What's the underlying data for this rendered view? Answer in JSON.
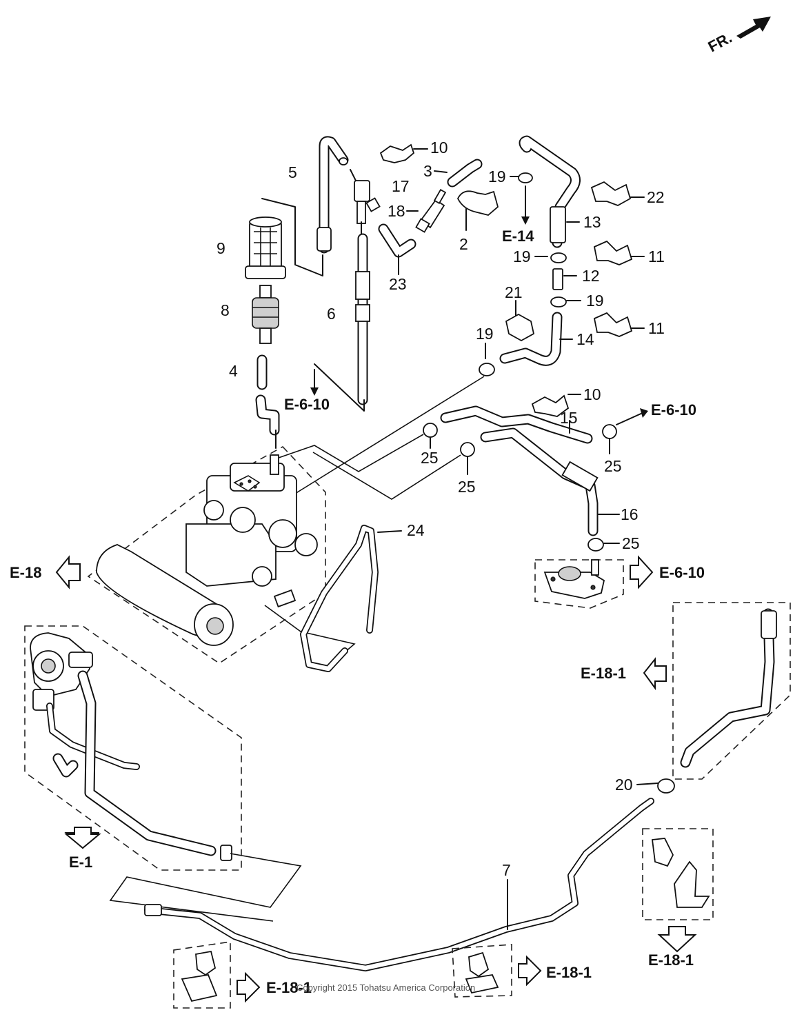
{
  "direction": {
    "label": "FR."
  },
  "callouts": [
    {
      "id": "c10a",
      "text": "10"
    },
    {
      "id": "c5",
      "text": "5"
    },
    {
      "id": "c3",
      "text": "3"
    },
    {
      "id": "c17",
      "text": "17"
    },
    {
      "id": "c19a",
      "text": "19"
    },
    {
      "id": "c22",
      "text": "22"
    },
    {
      "id": "c18",
      "text": "18"
    },
    {
      "id": "c13",
      "text": "13"
    },
    {
      "id": "c2",
      "text": "2"
    },
    {
      "id": "c9",
      "text": "9"
    },
    {
      "id": "c19b",
      "text": "19"
    },
    {
      "id": "c11a",
      "text": "11"
    },
    {
      "id": "c23",
      "text": "23"
    },
    {
      "id": "c12",
      "text": "12"
    },
    {
      "id": "c21",
      "text": "21"
    },
    {
      "id": "c19c",
      "text": "19"
    },
    {
      "id": "c8",
      "text": "8"
    },
    {
      "id": "c6",
      "text": "6"
    },
    {
      "id": "c11b",
      "text": "11"
    },
    {
      "id": "c14",
      "text": "14"
    },
    {
      "id": "c19d",
      "text": "19"
    },
    {
      "id": "c4",
      "text": "4"
    },
    {
      "id": "c10b",
      "text": "10"
    },
    {
      "id": "c15",
      "text": "15"
    },
    {
      "id": "c25a",
      "text": "25"
    },
    {
      "id": "c25b",
      "text": "25"
    },
    {
      "id": "c25c",
      "text": "25"
    },
    {
      "id": "c16",
      "text": "16"
    },
    {
      "id": "c24",
      "text": "24"
    },
    {
      "id": "c25d",
      "text": "25"
    },
    {
      "id": "c20",
      "text": "20"
    },
    {
      "id": "c7",
      "text": "7"
    }
  ],
  "references": [
    {
      "id": "r_e14",
      "text": "E-14"
    },
    {
      "id": "r_e6_10a",
      "text": "E-6-10"
    },
    {
      "id": "r_e6_10b",
      "text": "E-6-10"
    },
    {
      "id": "r_e6_10c",
      "text": "E-6-10"
    },
    {
      "id": "r_e18",
      "text": "E-18"
    },
    {
      "id": "r_e18_1a",
      "text": "E-18-1"
    },
    {
      "id": "r_e1",
      "text": "E-1"
    },
    {
      "id": "r_e18_1b",
      "text": "E-18-1"
    },
    {
      "id": "r_e18_1c",
      "text": "E-18-1"
    },
    {
      "id": "r_e18_1d",
      "text": "E-18-1"
    }
  ],
  "copyright": "Copyright 2015 Tohatsu America Corporation"
}
